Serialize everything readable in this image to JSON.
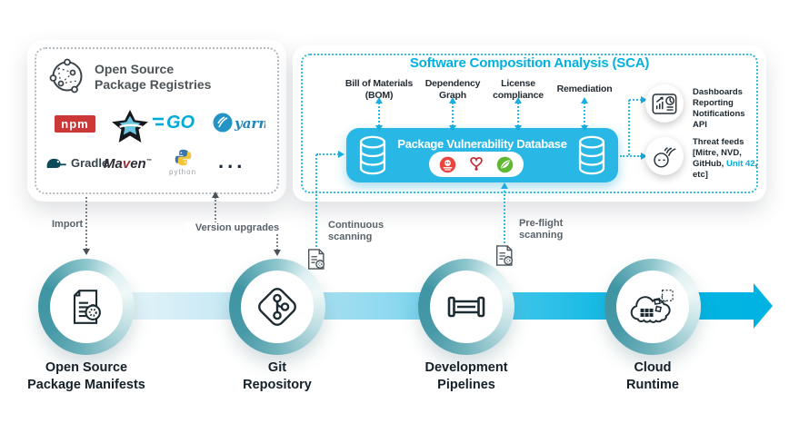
{
  "registries_card": {
    "title_lines": [
      "Open Source",
      "Package Registries"
    ],
    "logos": {
      "npm": "npm",
      "go": "GO",
      "yarn": "yarn",
      "gradle": "Gradle",
      "maven_parts": [
        "Ma",
        "v",
        "en"
      ],
      "python": "python",
      "ellipsis": "..."
    }
  },
  "sca_card": {
    "title": "Software Composition Analysis (SCA)",
    "features": [
      {
        "lines": [
          "Bill of Materials",
          "(BOM)"
        ]
      },
      {
        "lines": [
          "Dependency",
          "Graph"
        ]
      },
      {
        "lines": [
          "License",
          "compliance"
        ]
      },
      {
        "lines": [
          "Remediation"
        ]
      }
    ],
    "db_bar": {
      "title": "Package Vulnerability Database"
    },
    "outputs": {
      "dashboards": {
        "lines": [
          "Dashboards",
          "Reporting",
          "Notifications",
          "API"
        ]
      },
      "threat": {
        "pre": "Threat feeds [Mitre, NVD, GitHub, ",
        "highlight": "Unit 42",
        "post": ", etc]"
      }
    }
  },
  "annotations": {
    "import": "Import",
    "version_upgrades": "Version upgrades",
    "continuous": {
      "lines": [
        "Continuous",
        "scanning"
      ]
    },
    "preflight": {
      "lines": [
        "Pre-flight",
        "scanning"
      ]
    }
  },
  "flow": {
    "stages": [
      {
        "icon": "manifest-lock",
        "lines": [
          "Open Source",
          "Package Manifests"
        ]
      },
      {
        "icon": "git",
        "lines": [
          "Git",
          "Repository"
        ]
      },
      {
        "icon": "pipeline",
        "lines": [
          "Development",
          "Pipelines"
        ]
      },
      {
        "icon": "cloud",
        "lines": [
          "Cloud",
          "Runtime"
        ]
      }
    ]
  },
  "colors": {
    "accent_cyan": "#00b1e1",
    "bar_cyan": "#29b8e5",
    "npm_red": "#cb3837",
    "go_cyan": "#00acd7",
    "yarn_blue": "#2494c6",
    "heart_red": "#c6252e",
    "leaf_green": "#5fb832",
    "dark_text": "#14202a"
  }
}
